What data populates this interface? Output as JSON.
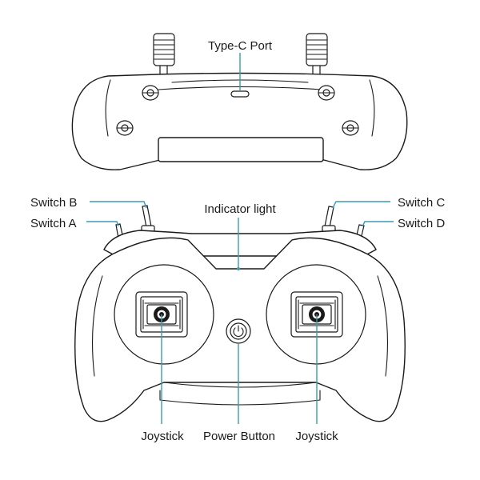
{
  "accent_color": "#3a9bb2",
  "labels": {
    "type_c_port": "Type-C Port",
    "switch_b": "Switch B",
    "switch_a": "Switch A",
    "indicator_light": "Indicator light",
    "switch_c": "Switch C",
    "switch_d": "Switch D",
    "joystick_left": "Joystick",
    "power_button": "Power Button",
    "joystick_right": "Joystick"
  }
}
